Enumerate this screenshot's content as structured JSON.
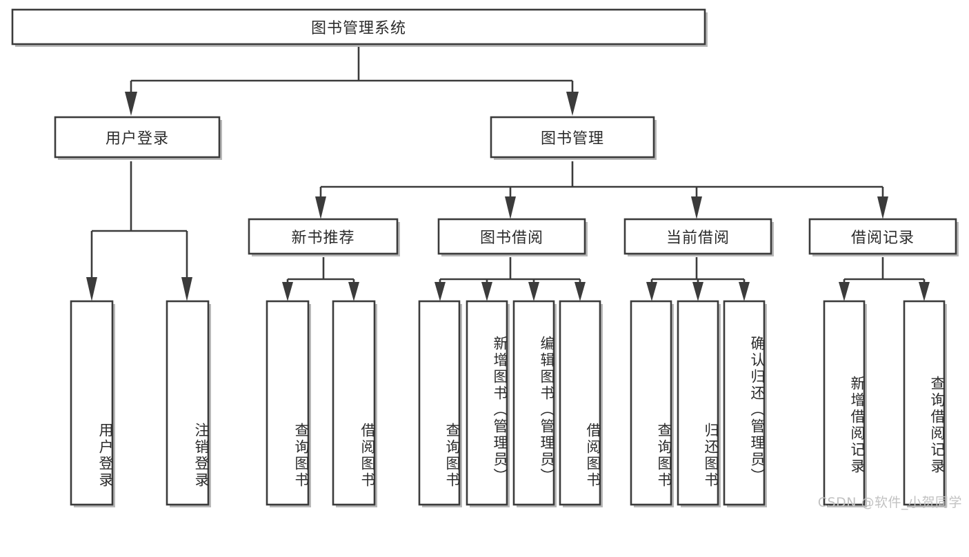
{
  "diagram": {
    "type": "tree-hierarchy",
    "title": "图书管理系统",
    "watermark": "CSDN @软件_小贺同学",
    "colors": {
      "stroke": "#3b3b3b",
      "fill": "#ffffff",
      "text": "#2b2b2b",
      "watermark": "#c2c2c2"
    },
    "levels": {
      "root": {
        "label": "图书管理系统"
      },
      "level2": [
        {
          "label": "用户登录"
        },
        {
          "label": "图书管理"
        }
      ],
      "level3": [
        {
          "label": "新书推荐"
        },
        {
          "label": "图书借阅"
        },
        {
          "label": "当前借阅"
        },
        {
          "label": "借阅记录"
        }
      ],
      "leaves": [
        {
          "label": "用户登录",
          "parent": "用户登录"
        },
        {
          "label": "注销登录",
          "parent": "用户登录"
        },
        {
          "label": "查询图书",
          "parent": "新书推荐"
        },
        {
          "label": "借阅图书",
          "parent": "新书推荐"
        },
        {
          "label": "查询图书",
          "parent": "图书借阅"
        },
        {
          "label": "新增图书（管理员）",
          "parent": "图书借阅"
        },
        {
          "label": "编辑图书（管理员）",
          "parent": "图书借阅"
        },
        {
          "label": "借阅图书",
          "parent": "图书借阅"
        },
        {
          "label": "查询图书",
          "parent": "当前借阅"
        },
        {
          "label": "归还图书",
          "parent": "当前借阅"
        },
        {
          "label": "确认归还（管理员）",
          "parent": "当前借阅"
        },
        {
          "label": "新增借阅记录",
          "parent": "借阅记录"
        },
        {
          "label": "查询借阅记录",
          "parent": "借阅记录"
        }
      ]
    }
  }
}
